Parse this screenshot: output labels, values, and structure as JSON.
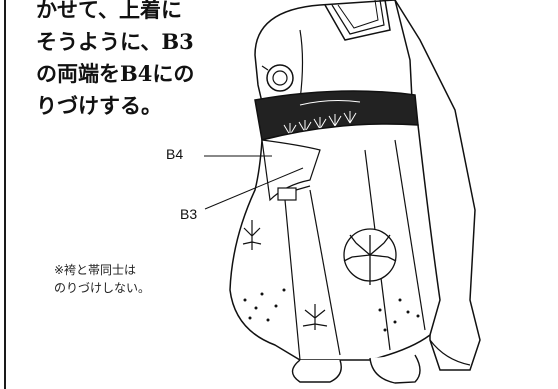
{
  "instructions": {
    "lines": [
      "かせて、上着に",
      "そうように、B3",
      "の両端をB4にの",
      "りづけする。"
    ]
  },
  "callouts": {
    "b4": "B4",
    "b3": "B3"
  },
  "note": {
    "lines": [
      "※袴と帯同士は",
      "のりづけしない。"
    ]
  },
  "colors": {
    "ink": "#111111",
    "obi": "#222222",
    "paper": "#ffffff"
  }
}
